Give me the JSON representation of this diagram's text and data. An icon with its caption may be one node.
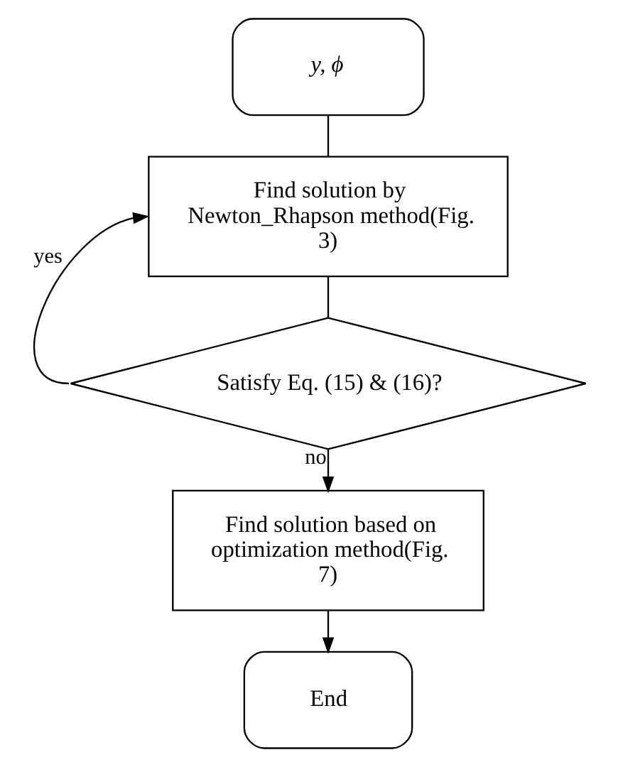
{
  "diagram": {
    "nodes": [
      {
        "text": [
          "y, ϕ"
        ]
      },
      {
        "text": [
          "Find solution by Newton_Rhapson method(Fig. 3)"
        ]
      },
      {
        "text": [
          "Satisfy Eq. (15) & (16)?"
        ]
      },
      {
        "text": [
          "Find solution based on optimization method(Fig. 7)"
        ]
      },
      {
        "text": [
          "End"
        ]
      }
    ],
    "edges": [
      {
        "from": 0,
        "to": 1,
        "arrow": "none"
      },
      {
        "from": 1,
        "to": 2,
        "arrow": "none"
      },
      {
        "from": 2,
        "to": 1,
        "arrow": "to",
        "label": "yes"
      },
      {
        "from": 2,
        "to": 3,
        "arrow": "to",
        "label": "no"
      },
      {
        "from": 3,
        "to": 4,
        "arrow": "to"
      }
    ]
  }
}
